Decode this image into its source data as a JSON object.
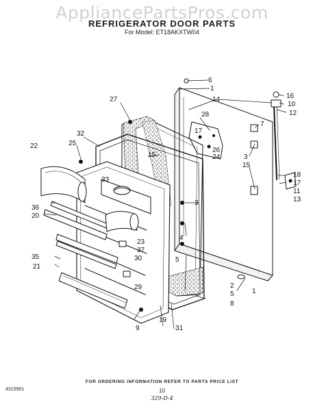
{
  "watermark": "AppliancePartsPros.com",
  "title": "REFRIGERATOR DOOR PARTS",
  "model": "For Model: ET18AKXTW04",
  "callouts": [
    {
      "label": "1",
      "name": "callout-1-top"
    },
    {
      "label": "6",
      "name": "callout-6"
    },
    {
      "label": "14",
      "name": "callout-14"
    },
    {
      "label": "16",
      "name": "callout-16"
    },
    {
      "label": "10",
      "name": "callout-10"
    },
    {
      "label": "12",
      "name": "callout-12"
    },
    {
      "label": "27",
      "name": "callout-27"
    },
    {
      "label": "28",
      "name": "callout-28"
    },
    {
      "label": "7",
      "name": "callout-7"
    },
    {
      "label": "17",
      "name": "callout-17-upper"
    },
    {
      "label": "26",
      "name": "callout-26"
    },
    {
      "label": "24",
      "name": "callout-24"
    },
    {
      "label": "32",
      "name": "callout-32"
    },
    {
      "label": "25",
      "name": "callout-25"
    },
    {
      "label": "22",
      "name": "callout-22"
    },
    {
      "label": "15",
      "name": "callout-15-left"
    },
    {
      "label": "3",
      "name": "callout-3-upper"
    },
    {
      "label": "15",
      "name": "callout-15-right"
    },
    {
      "label": "18",
      "name": "callout-18"
    },
    {
      "label": "17",
      "name": "callout-17-lower"
    },
    {
      "label": "11",
      "name": "callout-11"
    },
    {
      "label": "13",
      "name": "callout-13"
    },
    {
      "label": "33",
      "name": "callout-33"
    },
    {
      "label": "36",
      "name": "callout-36"
    },
    {
      "label": "20",
      "name": "callout-20"
    },
    {
      "label": "3",
      "name": "callout-3-lower"
    },
    {
      "label": "4",
      "name": "callout-4"
    },
    {
      "label": "23",
      "name": "callout-23"
    },
    {
      "label": "37",
      "name": "callout-37"
    },
    {
      "label": "30",
      "name": "callout-30"
    },
    {
      "label": "5",
      "name": "callout-5"
    },
    {
      "label": "35",
      "name": "callout-35"
    },
    {
      "label": "21",
      "name": "callout-21"
    },
    {
      "label": "29",
      "name": "callout-29"
    },
    {
      "label": "1",
      "name": "callout-1-bottom"
    },
    {
      "label": "2",
      "name": "callout-2"
    },
    {
      "label": "5",
      "name": "callout-5-bottom"
    },
    {
      "label": "8",
      "name": "callout-8"
    },
    {
      "label": "19",
      "name": "callout-19"
    },
    {
      "label": "9",
      "name": "callout-9"
    },
    {
      "label": "31",
      "name": "callout-31"
    }
  ],
  "footer_note": "FOR ORDERING INFORMATION REFER TO PARTS PRICE LIST",
  "doc_number": "4315901",
  "page_number": "10",
  "handwritten": "329-D-4"
}
